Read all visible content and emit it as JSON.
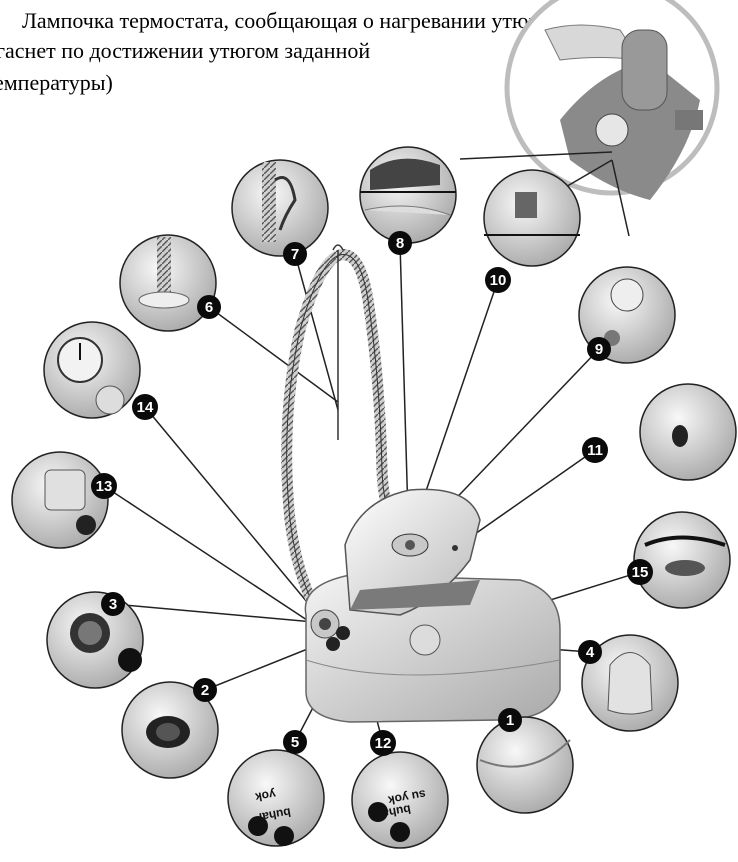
{
  "caption": {
    "line1": "Лампочка термостата, сообщающая о нагревании утюга",
    "line2": "гаснет по достижении утюгом заданной",
    "line3": "емпературы)"
  },
  "callouts": [
    {
      "id": "1",
      "label": "1"
    },
    {
      "id": "2",
      "label": "2"
    },
    {
      "id": "3",
      "label": "3"
    },
    {
      "id": "4",
      "label": "4"
    },
    {
      "id": "5",
      "label": "5"
    },
    {
      "id": "6",
      "label": "6"
    },
    {
      "id": "7",
      "label": "7"
    },
    {
      "id": "8",
      "label": "8"
    },
    {
      "id": "9",
      "label": "9"
    },
    {
      "id": "10",
      "label": "10"
    },
    {
      "id": "11",
      "label": "11"
    },
    {
      "id": "12",
      "label": "12"
    },
    {
      "id": "13",
      "label": "13"
    },
    {
      "id": "14",
      "label": "14"
    },
    {
      "id": "15",
      "label": "15"
    }
  ],
  "detail_texts": {
    "panel_text_a": "buhar",
    "panel_text_b": "yok",
    "panel_text_c": "su yok",
    "panel_text_d": "buhar"
  },
  "colors": {
    "line": "#222222",
    "badge": "#0a0a0a",
    "body_light": "#e8e8e8",
    "body_mid": "#bdbdbd",
    "body_dark": "#6a6a6a",
    "big_circle": "#b8b8b8"
  }
}
